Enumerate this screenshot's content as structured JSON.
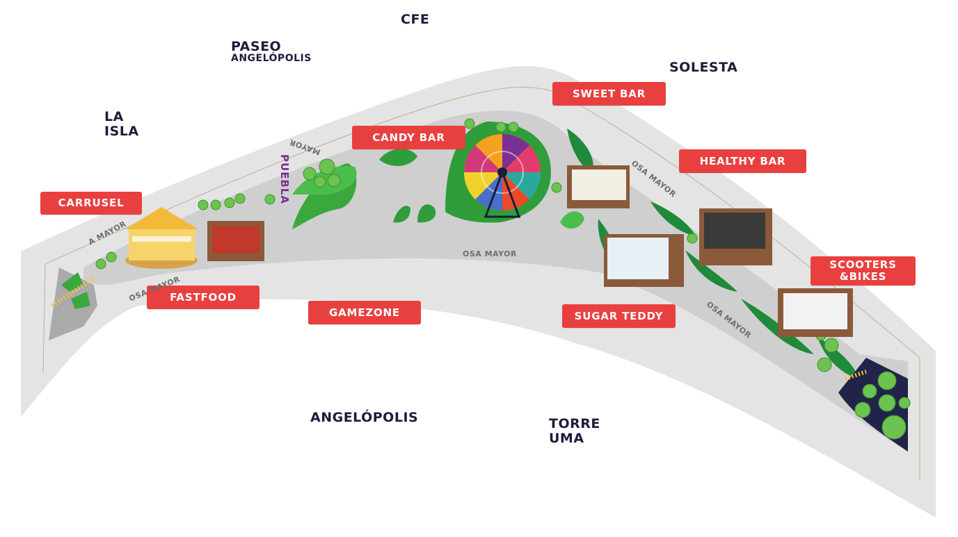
{
  "areas": {
    "cfe": "CFE",
    "paseo": "PASEO",
    "paseo_sub": "ANGELÓPOLIS",
    "solesta": "SOLESTA",
    "la_isla": "LA\nISLA",
    "angelopolis": "ANGELÓPOLIS",
    "torre_uma": "TORRE\nUMA"
  },
  "pois": {
    "carrusel": "CARRUSEL",
    "candy_bar": "CANDY BAR",
    "sweet_bar": "SWEET BAR",
    "healthy_bar": "HEALTHY BAR",
    "scooters_bikes": "SCOOTERS\n&BIKES",
    "fastfood": "FASTFOOD",
    "gamezone": "GAMEZONE",
    "sugar_teddy": "SUGAR TEDDY"
  },
  "streets": {
    "osa_mayor": "OSA MAYOR",
    "mayor_partial": "MAYOR",
    "a_mayor_partial": "A MAYOR"
  },
  "puebla_sign": "PUEBLA",
  "colors": {
    "poi_red": "#e8403f",
    "area_navy": "#1b1d3a",
    "road_gray": "#e4e4e4",
    "plaza_gray": "#cfcfcf",
    "grass_green": "#3aa83d",
    "kiosk_brown": "#8a5a3b"
  }
}
